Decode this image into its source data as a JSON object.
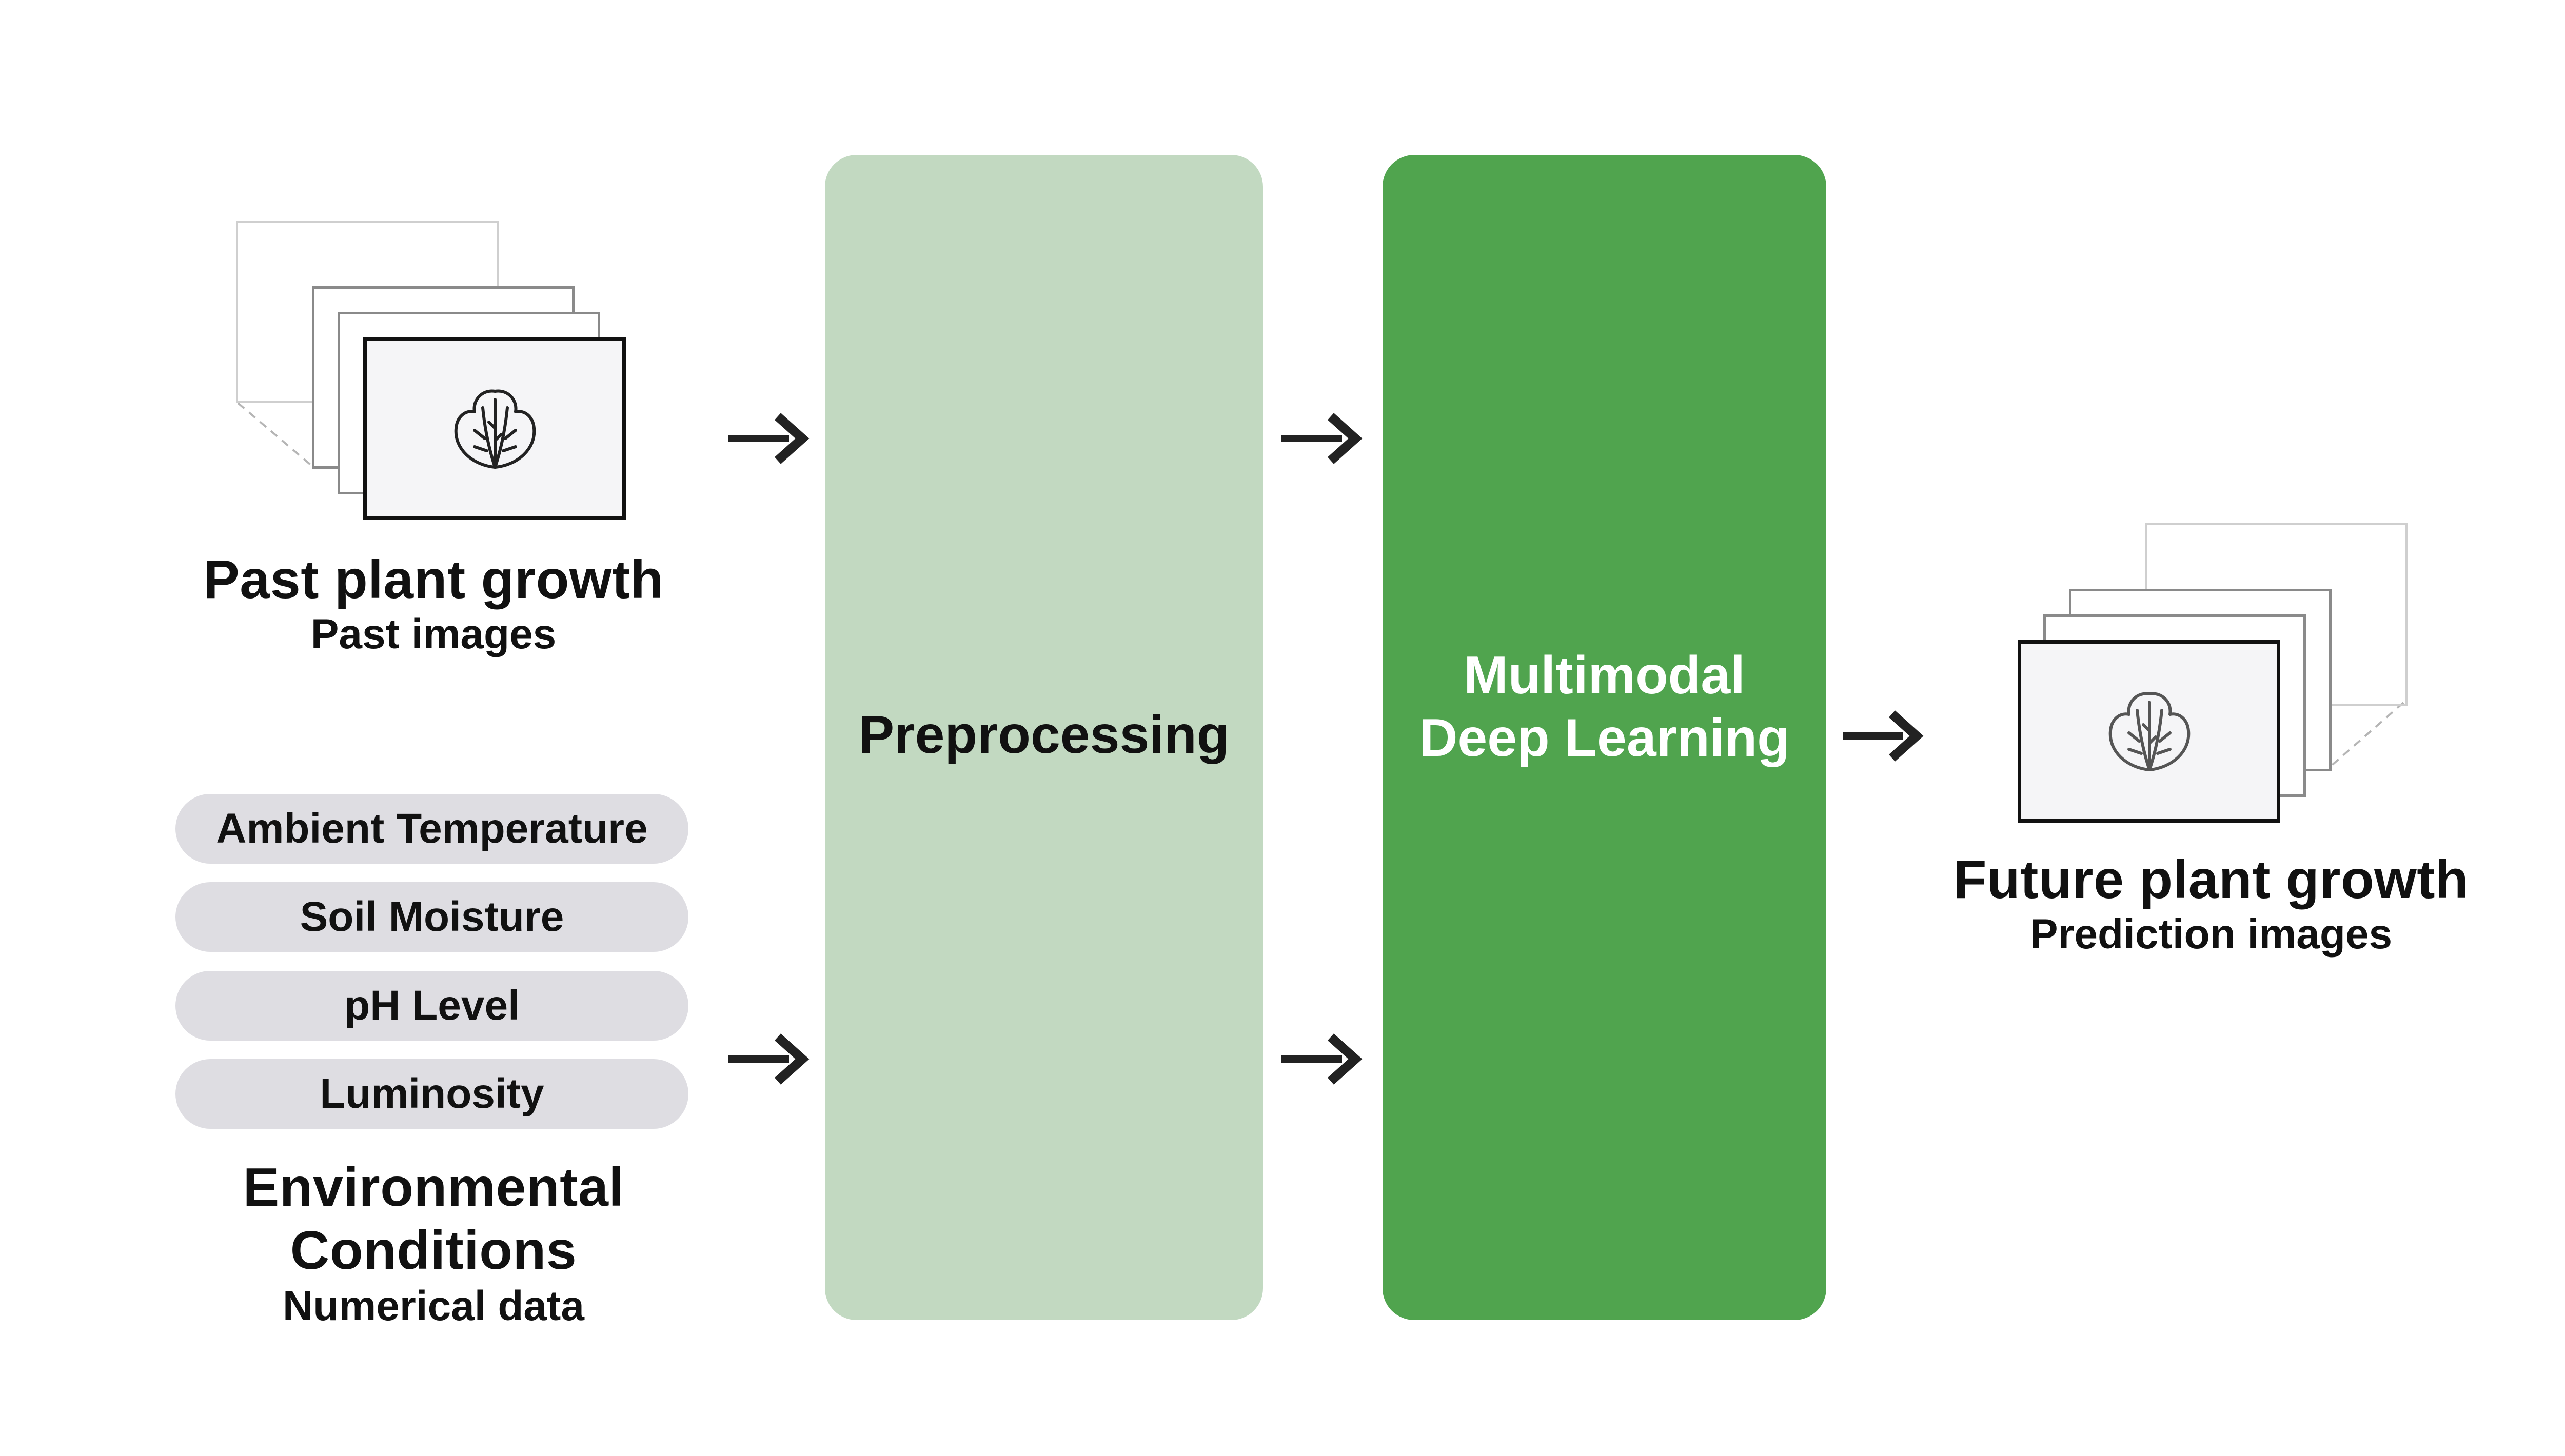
{
  "past": {
    "title": "Past plant growth",
    "subtitle": "Past images",
    "icon": "lettuce-icon"
  },
  "environment": {
    "conditions": [
      "Ambient Temperature",
      "Soil Moisture",
      "pH Level",
      "Luminosity"
    ],
    "title_line1": "Environmental",
    "title_line2": "Conditions",
    "subtitle": "Numerical data"
  },
  "preprocessing": {
    "label": "Preprocessing",
    "color": "#c2d9c1"
  },
  "model": {
    "label_line1": "Multimodal",
    "label_line2": "Deep Learning",
    "color": "#50a44e"
  },
  "future": {
    "title": "Future plant growth",
    "subtitle": "Prediction images",
    "icon": "lettuce-icon"
  },
  "colors": {
    "arrow": "#222222",
    "pill": "#dedde2"
  }
}
